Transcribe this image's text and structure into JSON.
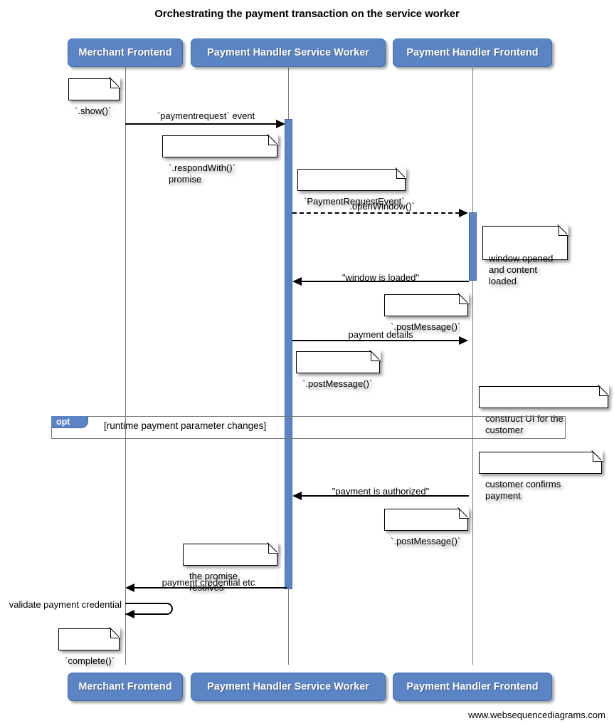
{
  "diagram": {
    "title": "Orchestrating the payment transaction on the service worker",
    "footer": "www.websequencediagrams.com",
    "colors": {
      "participant_fill": "#5B84C5",
      "participant_border": "#3E6BB0",
      "lifeline": "#808080",
      "note_border": "#000000",
      "fragment_border": "#7A7A7A"
    }
  },
  "participants": [
    {
      "label": "Merchant Frontend"
    },
    {
      "label": "Payment Handler Service Worker"
    },
    {
      "label": "Payment Handler Frontend"
    }
  ],
  "participants_bottom": [
    {
      "label": "Merchant Frontend"
    },
    {
      "label": "Payment Handler Service Worker"
    },
    {
      "label": "Payment Handler Frontend"
    }
  ],
  "messages": [
    {
      "label": "`paymentrequest` event",
      "style": "solid",
      "direction": "right"
    },
    {
      "label": "`.openWindow()`",
      "style": "dashed",
      "direction": "right"
    },
    {
      "label": "\"window is loaded\"",
      "style": "solid",
      "direction": "left"
    },
    {
      "label": "payment details",
      "style": "solid",
      "direction": "right"
    },
    {
      "label": "\"payment is authorized\"",
      "style": "solid",
      "direction": "left"
    },
    {
      "label": "payment credential etc",
      "style": "solid",
      "direction": "left"
    },
    {
      "label": "validate payment credential",
      "style": "solid",
      "direction": "self"
    }
  ],
  "notes": [
    {
      "text": "`.show()`"
    },
    {
      "text": "`.respondWith()` promise"
    },
    {
      "text": "`PaymentRequestEvent`"
    },
    {
      "text": "window opened\nand content loaded"
    },
    {
      "text": "`.postMessage()`"
    },
    {
      "text": "`.postMessage()`"
    },
    {
      "text": "construct UI for the customer"
    },
    {
      "text": "customer confirms payment"
    },
    {
      "text": "`.postMessage()`"
    },
    {
      "text": "the promise resolves"
    },
    {
      "text": "`complete()`"
    }
  ],
  "fragments": [
    {
      "type": "opt",
      "condition": "[runtime payment parameter changes]"
    }
  ]
}
